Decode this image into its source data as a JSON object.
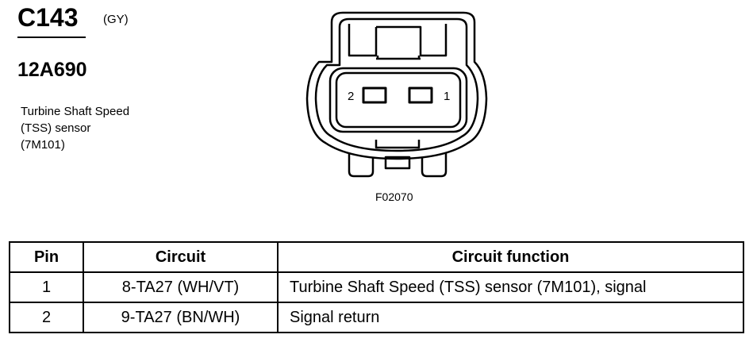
{
  "connector": {
    "id": "C143",
    "color_code": "(GY)",
    "part_number": "12A690",
    "description": [
      "Turbine Shaft Speed",
      "(TSS) sensor",
      "(7M101)"
    ]
  },
  "diagram": {
    "pin_left_label": "2",
    "pin_right_label": "1",
    "figure_label": "F02070"
  },
  "table": {
    "headers": [
      "Pin",
      "Circuit",
      "Circuit function"
    ],
    "rows": [
      {
        "pin": "1",
        "circuit": "8-TA27 (WH/VT)",
        "function": "Turbine Shaft Speed (TSS) sensor (7M101), signal"
      },
      {
        "pin": "2",
        "circuit": "9-TA27 (BN/WH)",
        "function": "Signal return"
      }
    ]
  }
}
